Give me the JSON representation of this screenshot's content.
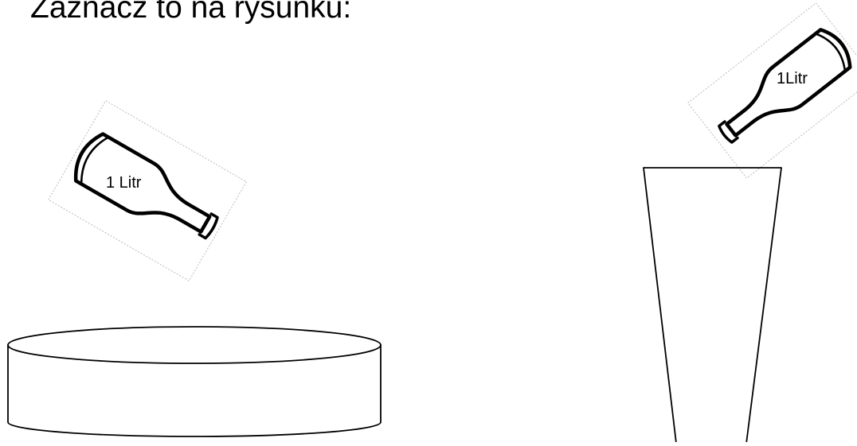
{
  "slide": {
    "title": "Zaznacz to na rysunku:"
  },
  "left_bottle": {
    "label": "1 Litr"
  },
  "right_bottle": {
    "label": "1Litr"
  },
  "colors": {
    "ink": "#000000",
    "background": "#ffffff",
    "selection_outline": "#bbbbbb"
  },
  "icons": [
    "milk-bottle-icon",
    "milk-bottle-icon"
  ]
}
